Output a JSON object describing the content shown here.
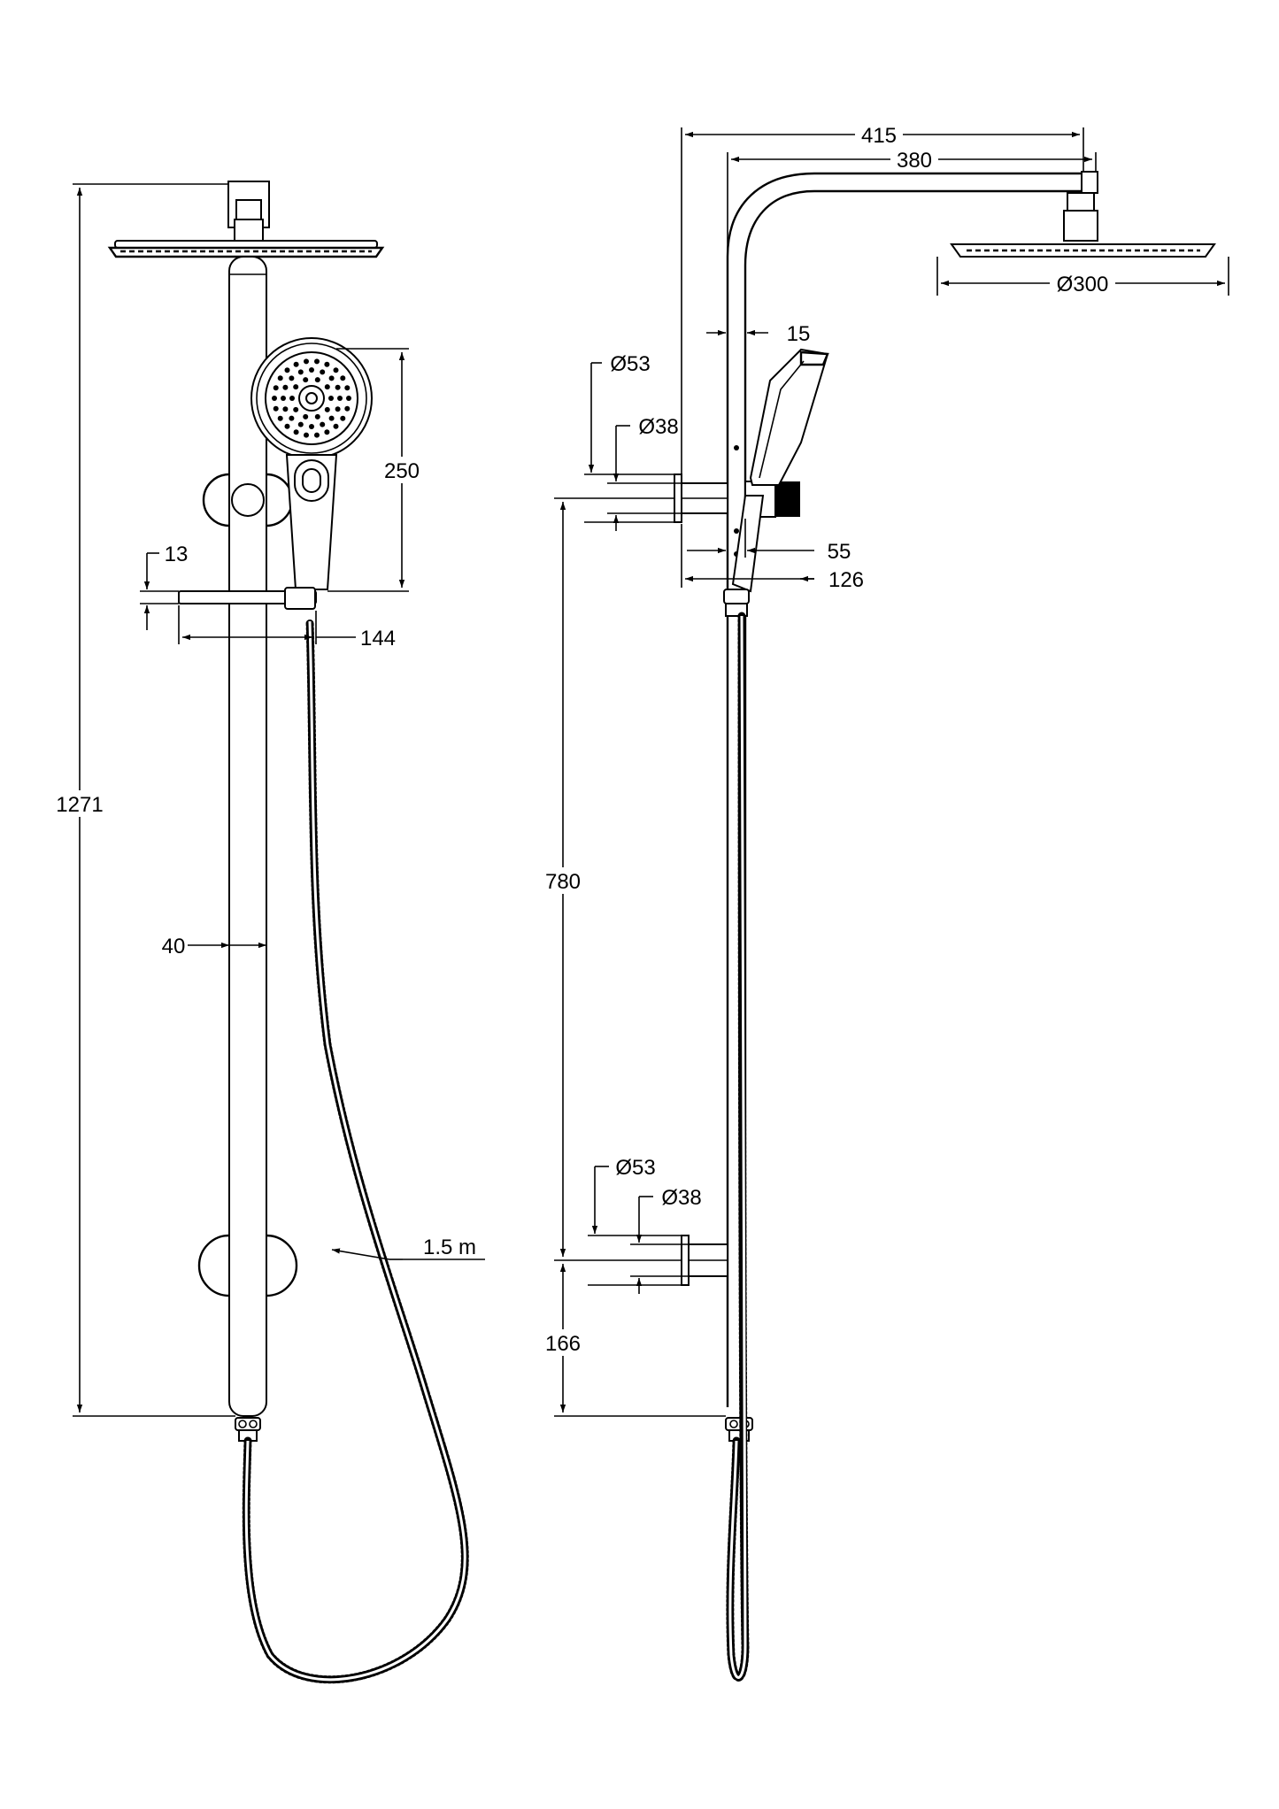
{
  "dimensions": {
    "total_height": "1271",
    "rail_width": "40",
    "handshower_height": "250",
    "shelf_thickness": "13",
    "shelf_length": "144",
    "hose_length": "1.5 m",
    "arm_reach_total": "415",
    "arm_reach": "380",
    "arm_tube": "15",
    "shower_head_diameter": "Ø300",
    "upper_flange_outer": "Ø53",
    "upper_flange_inner": "Ø38",
    "holder_depth": "55",
    "holder_depth_total": "126",
    "upper_bracket_height": "780",
    "lower_flange_outer": "Ø53",
    "lower_flange_inner": "Ø38",
    "lower_bracket_height": "166"
  }
}
